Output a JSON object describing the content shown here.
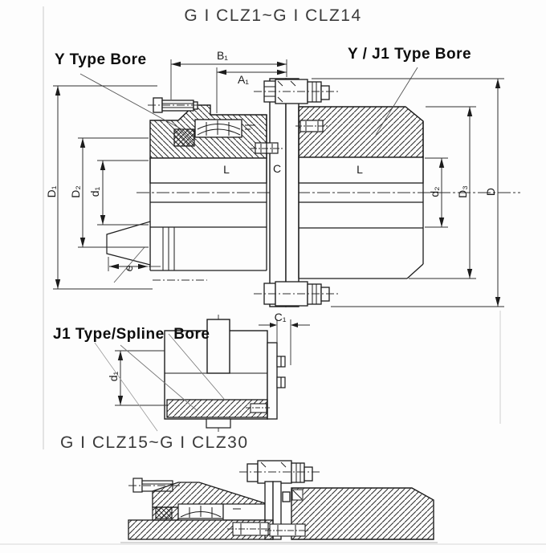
{
  "titles": {
    "top": "G I CLZ1~G I CLZ14",
    "bottom": "G I CLZ15~G I CLZ30"
  },
  "bore_labels": {
    "y_type": "Y Type Bore",
    "y_j1_type": "Y / J1 Type Bore",
    "j1_spline": "J1 Type/Spline  Bore"
  },
  "dimensions": {
    "b1": "B₁",
    "a1": "A₁",
    "d1_big": "D₁",
    "d2_big": "D₂",
    "d1_small": "d₁",
    "e": "e",
    "l_left": "L",
    "c": "C",
    "l_right": "L",
    "d2_small": "d₂",
    "d3_big": "D₃",
    "d_big": "D",
    "c1": "C₁",
    "d1_small_bottom": "d₁"
  },
  "colors": {
    "background": "#fdfdfd",
    "line": "#1c1c1c",
    "text": "#1f1f1f"
  }
}
